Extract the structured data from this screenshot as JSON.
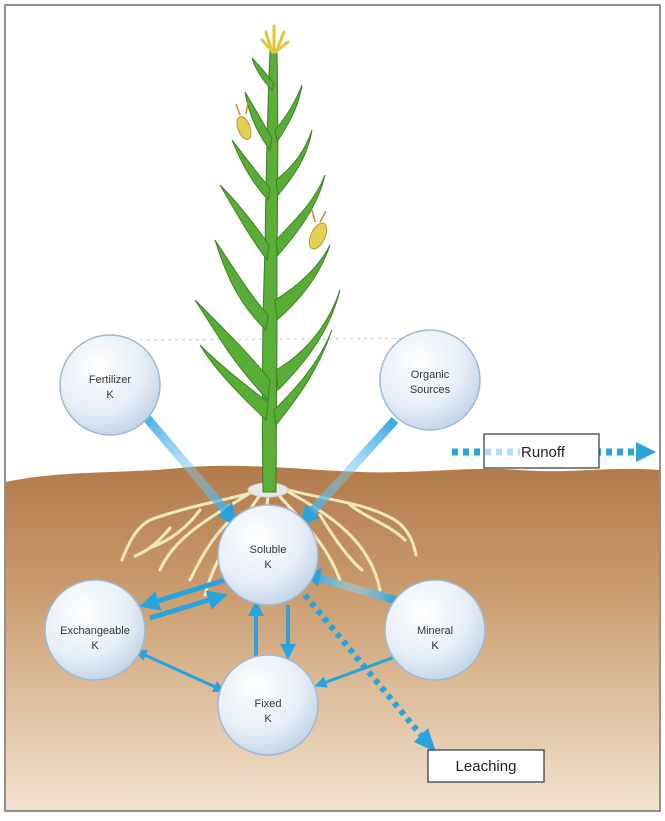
{
  "nodes": {
    "fertilizer": {
      "line1": "Fertilizer",
      "line2": "K"
    },
    "organic": {
      "line1": "Organic",
      "line2": "Sources"
    },
    "soluble": {
      "line1": "Soluble",
      "line2": "K"
    },
    "exchangeable": {
      "line1": "Exchangeable",
      "line2": "K"
    },
    "mineral": {
      "line1": "Mineral",
      "line2": "K"
    },
    "fixed": {
      "line1": "Fixed",
      "line2": "K"
    }
  },
  "labels": {
    "runoff": "Runoff",
    "leaching": "Leaching"
  },
  "colors": {
    "arrow": "#29a3de",
    "soil_top": "#b98456",
    "soil_bottom": "#efdcc5",
    "leaf": "#4ea432",
    "root": "#f4e3b0",
    "node_fill": "#eef4fb",
    "node_edge": "#a9c4dd"
  }
}
